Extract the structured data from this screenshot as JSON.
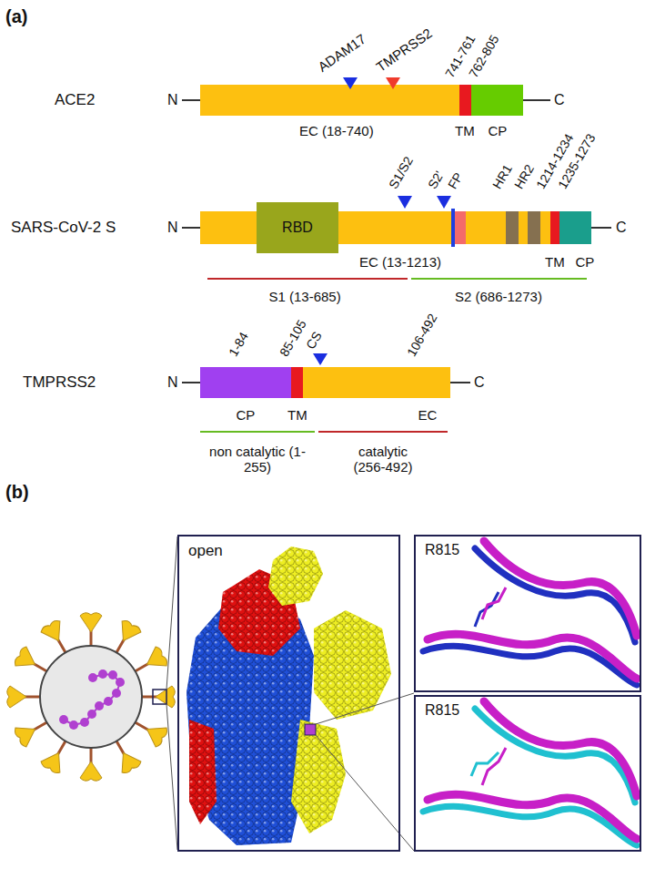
{
  "diagram": {
    "nodes": [
      {
        "text": [
          "RBD"
        ]
      },
      {
        "text": [
          "open"
        ]
      },
      {
        "text": [
          "R815"
        ]
      },
      {
        "text": [
          "R815"
        ]
      }
    ],
    "labels": [
      "(a)",
      "ADAM17",
      "TMPRSS2",
      "741-761",
      "762-805",
      "ACE2",
      "N",
      "C",
      "EC (18-740)",
      "TM",
      "CP",
      "S1/S2",
      "S2'",
      "FP",
      "HR1",
      "HR2",
      "1214-1234",
      "1235-1273",
      "SARS-CoV-2 S",
      "N",
      "C",
      "EC (13-1213)",
      "TM",
      "CP",
      "S1 (13-685)",
      "S2 (686-1273)",
      "1-84",
      "85-105",
      "CS",
      "106-492",
      "TMPRSS2",
      "N",
      "C",
      "CP",
      "TM",
      "EC",
      "non catalytic (1-255)",
      "catalytic (256-492)",
      "(b)"
    ]
  }
}
